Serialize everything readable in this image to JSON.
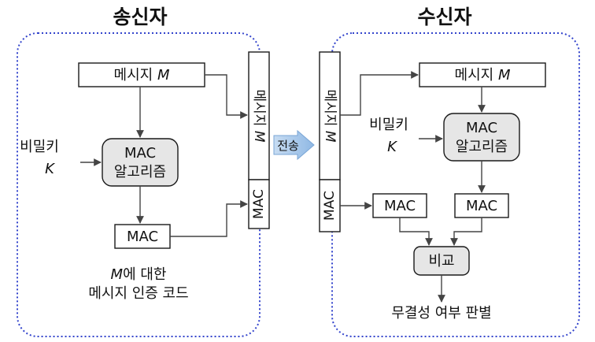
{
  "sender": {
    "title": "송신자",
    "message_label": "메시지 ",
    "message_var": "M",
    "secret_key_label": "비밀키",
    "secret_key_var": "K",
    "algorithm_line1": "MAC",
    "algorithm_line2": "알고리즘",
    "mac_label": "MAC",
    "caption_var": "M",
    "caption_line1_rest": "에 대한",
    "caption_line2": "메시지 인증 코드",
    "packet_message_label": "메시지 ",
    "packet_message_var": "M",
    "packet_mac_label": "MAC"
  },
  "transfer": {
    "label": "전송",
    "color": "#a9c9ec"
  },
  "receiver": {
    "title": "수신자",
    "packet_message_label": "메시지 ",
    "packet_message_var": "M",
    "packet_mac_label": "MAC",
    "message_label": "메시지 ",
    "message_var": "M",
    "secret_key_label": "비밀키",
    "secret_key_var": "K",
    "algorithm_line1": "MAC",
    "algorithm_line2": "알고리즘",
    "received_mac_label": "MAC",
    "computed_mac_label": "MAC",
    "compare_label": "비교",
    "result_label": "무결성 여부 판별"
  },
  "colors": {
    "frame": "#3344cc",
    "rounded_box_fill": "#e6e6e6"
  }
}
